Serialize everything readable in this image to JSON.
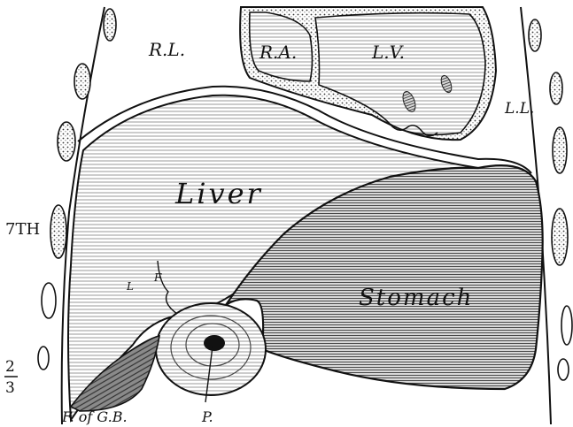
{
  "labels": {
    "right_lung": "R.L.",
    "right_atrium": "R.A.",
    "left_ventricle": "L.V.",
    "left_lung": "L.L.",
    "liver": "Liver",
    "stomach": "Stomach",
    "rib_7th": "7TH",
    "fraction_numerator": "2",
    "fraction_denominator": "3",
    "fundus_gallbladder": "F. of G.B.",
    "pylorus": "P.",
    "ligament_l": "L",
    "ligament_f": "F"
  },
  "colors": {
    "ink": "#111111",
    "hatch": "#9a9a9a",
    "dark_hatch": "#5a5a5a",
    "paper": "#ffffff"
  }
}
